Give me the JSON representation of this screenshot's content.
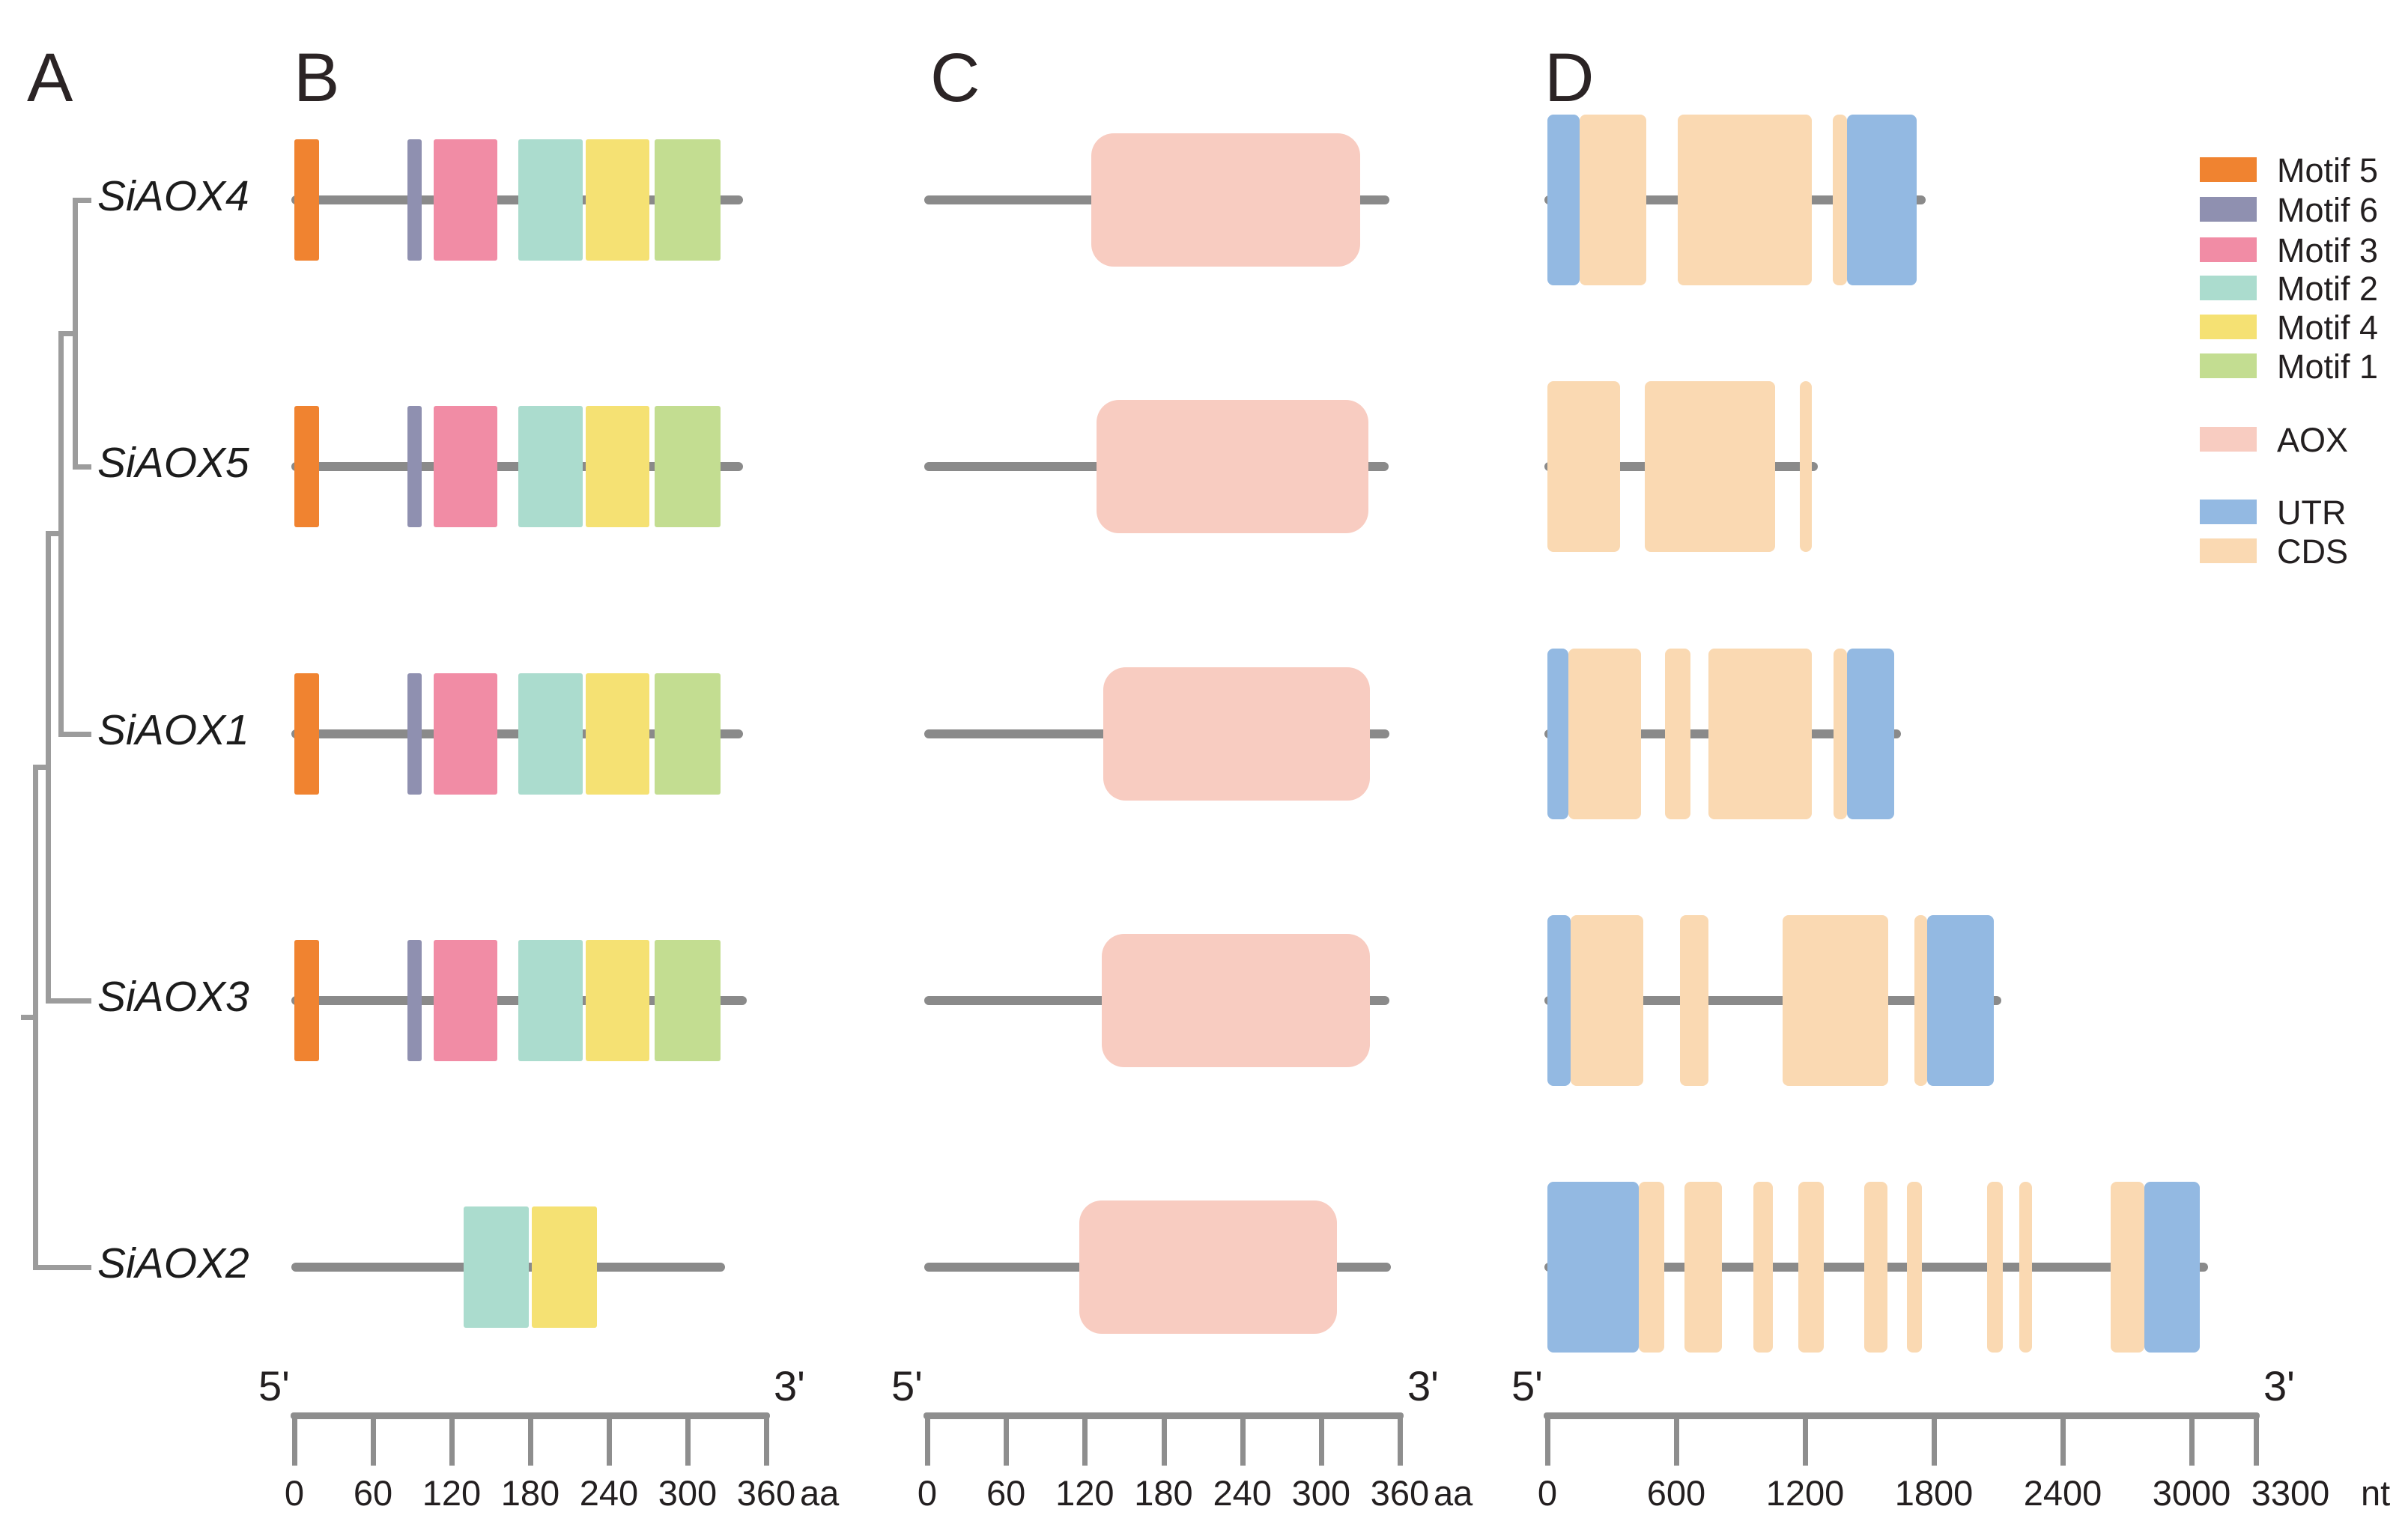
{
  "panels": {
    "a": "A",
    "b": "B",
    "c": "C",
    "d": "D"
  },
  "colors": {
    "motif5": "#F08330",
    "motif6": "#8F90B0",
    "motif3": "#F18CA5",
    "motif2": "#ABDCCE",
    "motif4": "#F5E173",
    "motif1": "#C3DD91",
    "aox": "#F8CCC1",
    "utr": "#93B9E2",
    "cds": "#FAD9B2",
    "backbone": "#8A8A8A",
    "axis": "#8E8E8E",
    "tree": "#9C9C9C",
    "text": "#231F20"
  },
  "legend": {
    "motif_items": [
      {
        "id": "motif5",
        "label": "Motif 5"
      },
      {
        "id": "motif6",
        "label": "Motif 6"
      },
      {
        "id": "motif3",
        "label": "Motif 3"
      },
      {
        "id": "motif2",
        "label": "Motif 2"
      },
      {
        "id": "motif4",
        "label": "Motif 4"
      },
      {
        "id": "motif1",
        "label": "Motif 1"
      }
    ],
    "domain_items": [
      {
        "id": "aox",
        "label": "AOX"
      }
    ],
    "structure_items": [
      {
        "id": "utr",
        "label": "UTR"
      },
      {
        "id": "cds",
        "label": "CDS"
      }
    ]
  },
  "tree": {
    "newick": "((((SiAOX4,SiAOX5),SiAOX1),SiAOX3),SiAOX2)",
    "leaves": [
      "SiAOX4",
      "SiAOX5",
      "SiAOX1",
      "SiAOX3",
      "SiAOX2"
    ]
  },
  "chart_data": [
    {
      "type": "motif-map",
      "panel": "B",
      "unit": "aa",
      "xlim": [
        0,
        360
      ],
      "xticks": [
        0,
        60,
        120,
        180,
        240,
        300,
        360
      ],
      "five_prime": "5'",
      "three_prime": "3'",
      "genes": [
        {
          "name": "SiAOX4",
          "length": 340,
          "blocks": [
            {
              "id": "motif5",
              "start": 0,
              "end": 19
            },
            {
              "id": "motif6",
              "start": 86,
              "end": 97
            },
            {
              "id": "motif3",
              "start": 106,
              "end": 155
            },
            {
              "id": "motif2",
              "start": 171,
              "end": 220
            },
            {
              "id": "motif4",
              "start": 222,
              "end": 271
            },
            {
              "id": "motif1",
              "start": 275,
              "end": 325
            }
          ]
        },
        {
          "name": "SiAOX5",
          "length": 340,
          "blocks": [
            {
              "id": "motif5",
              "start": 0,
              "end": 19
            },
            {
              "id": "motif6",
              "start": 86,
              "end": 97
            },
            {
              "id": "motif3",
              "start": 106,
              "end": 155
            },
            {
              "id": "motif2",
              "start": 171,
              "end": 220
            },
            {
              "id": "motif4",
              "start": 222,
              "end": 271
            },
            {
              "id": "motif1",
              "start": 275,
              "end": 325
            }
          ]
        },
        {
          "name": "SiAOX1",
          "length": 340,
          "blocks": [
            {
              "id": "motif5",
              "start": 0,
              "end": 19
            },
            {
              "id": "motif6",
              "start": 86,
              "end": 97
            },
            {
              "id": "motif3",
              "start": 106,
              "end": 155
            },
            {
              "id": "motif2",
              "start": 171,
              "end": 220
            },
            {
              "id": "motif4",
              "start": 222,
              "end": 271
            },
            {
              "id": "motif1",
              "start": 275,
              "end": 325
            }
          ]
        },
        {
          "name": "SiAOX3",
          "length": 343,
          "blocks": [
            {
              "id": "motif5",
              "start": 0,
              "end": 19
            },
            {
              "id": "motif6",
              "start": 86,
              "end": 97
            },
            {
              "id": "motif3",
              "start": 106,
              "end": 155
            },
            {
              "id": "motif2",
              "start": 171,
              "end": 220
            },
            {
              "id": "motif4",
              "start": 222,
              "end": 271
            },
            {
              "id": "motif1",
              "start": 275,
              "end": 325
            }
          ]
        },
        {
          "name": "SiAOX2",
          "length": 326,
          "blocks": [
            {
              "id": "motif2",
              "start": 129,
              "end": 179
            },
            {
              "id": "motif4",
              "start": 181,
              "end": 231
            }
          ]
        }
      ]
    },
    {
      "type": "domain-map",
      "panel": "C",
      "unit": "aa",
      "xlim": [
        0,
        360
      ],
      "xticks": [
        0,
        60,
        120,
        180,
        240,
        300,
        360
      ],
      "five_prime": "5'",
      "three_prime": "3'",
      "genes": [
        {
          "name": "SiAOX4",
          "length": 350,
          "blocks": [
            {
              "id": "aox",
              "start": 125,
              "end": 330
            }
          ]
        },
        {
          "name": "SiAOX5",
          "length": 349,
          "blocks": [
            {
              "id": "aox",
              "start": 129,
              "end": 336
            }
          ]
        },
        {
          "name": "SiAOX1",
          "length": 350,
          "blocks": [
            {
              "id": "aox",
              "start": 134,
              "end": 337
            }
          ]
        },
        {
          "name": "SiAOX3",
          "length": 350,
          "blocks": [
            {
              "id": "aox",
              "start": 133,
              "end": 337
            }
          ]
        },
        {
          "name": "SiAOX2",
          "length": 351,
          "blocks": [
            {
              "id": "aox",
              "start": 116,
              "end": 312
            }
          ]
        }
      ]
    },
    {
      "type": "gene-structure",
      "panel": "D",
      "unit": "nt",
      "xlim": [
        0,
        3300
      ],
      "xticks": [
        0,
        600,
        1200,
        1800,
        2400,
        3000,
        3300
      ],
      "five_prime": "5'",
      "three_prime": "3'",
      "genes": [
        {
          "name": "SiAOX4",
          "length": 1746,
          "blocks": [
            {
              "id": "utr",
              "start": 0,
              "end": 150
            },
            {
              "id": "cds",
              "start": 150,
              "end": 460
            },
            {
              "id": "cds",
              "start": 606,
              "end": 1230
            },
            {
              "id": "cds",
              "start": 1328,
              "end": 1397
            },
            {
              "id": "utr",
              "start": 1397,
              "end": 1721
            }
          ]
        },
        {
          "name": "SiAOX5",
          "length": 1244,
          "blocks": [
            {
              "id": "cds",
              "start": 0,
              "end": 338
            },
            {
              "id": "cds",
              "start": 453,
              "end": 1059
            },
            {
              "id": "cds",
              "start": 1174,
              "end": 1230
            }
          ]
        },
        {
          "name": "SiAOX1",
          "length": 1634,
          "blocks": [
            {
              "id": "utr",
              "start": 0,
              "end": 97
            },
            {
              "id": "cds",
              "start": 97,
              "end": 436
            },
            {
              "id": "cds",
              "start": 547,
              "end": 665
            },
            {
              "id": "cds",
              "start": 750,
              "end": 1233
            },
            {
              "id": "cds",
              "start": 1334,
              "end": 1397
            },
            {
              "id": "utr",
              "start": 1397,
              "end": 1616
            }
          ]
        },
        {
          "name": "SiAOX3",
          "length": 2100,
          "blocks": [
            {
              "id": "utr",
              "start": 0,
              "end": 108
            },
            {
              "id": "cds",
              "start": 108,
              "end": 446
            },
            {
              "id": "cds",
              "start": 617,
              "end": 750
            },
            {
              "id": "cds",
              "start": 1094,
              "end": 1586
            },
            {
              "id": "cds",
              "start": 1711,
              "end": 1767
            },
            {
              "id": "utr",
              "start": 1767,
              "end": 2080
            }
          ]
        },
        {
          "name": "SiAOX2",
          "length": 3062,
          "blocks": [
            {
              "id": "utr",
              "start": 0,
              "end": 425
            },
            {
              "id": "cds",
              "start": 425,
              "end": 545
            },
            {
              "id": "cds",
              "start": 640,
              "end": 814
            },
            {
              "id": "cds",
              "start": 960,
              "end": 1050
            },
            {
              "id": "cds",
              "start": 1170,
              "end": 1287
            },
            {
              "id": "cds",
              "start": 1475,
              "end": 1585
            },
            {
              "id": "cds",
              "start": 1673,
              "end": 1743
            },
            {
              "id": "cds",
              "start": 2047,
              "end": 2122
            },
            {
              "id": "cds",
              "start": 2199,
              "end": 2257
            },
            {
              "id": "cds",
              "start": 2622,
              "end": 2779
            },
            {
              "id": "utr",
              "start": 2779,
              "end": 3037
            }
          ]
        }
      ]
    }
  ]
}
